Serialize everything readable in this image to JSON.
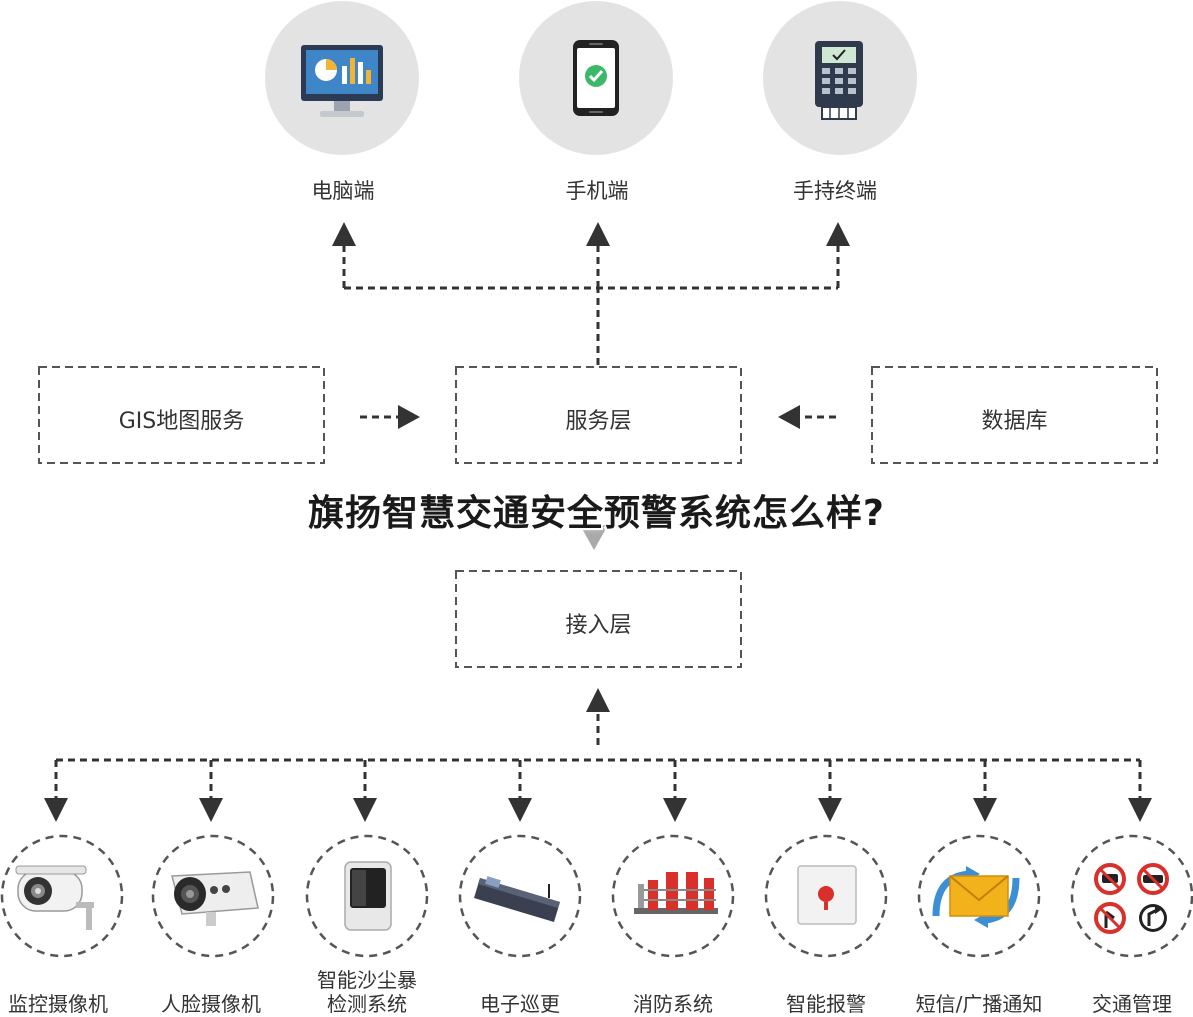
{
  "clients": [
    {
      "label": "电脑端",
      "icon": "monitor-chart-icon"
    },
    {
      "label": "手机端",
      "icon": "smartphone-check-icon"
    },
    {
      "label": "手持终端",
      "icon": "handheld-terminal-icon"
    }
  ],
  "layers": {
    "gis": "GIS地图服务",
    "service": "服务层",
    "database": "数据库",
    "access": "接入层"
  },
  "headline": "旗扬智慧交通安全预警系统怎么样?",
  "devices": [
    {
      "label": "监控摄像机",
      "icon": "bullet-camera-icon"
    },
    {
      "label": "人脸摄像机",
      "icon": "face-camera-icon"
    },
    {
      "label": "智能沙尘暴\n检测系统",
      "icon": "dust-storm-detector-icon"
    },
    {
      "label": "电子巡更",
      "icon": "patrol-wand-icon"
    },
    {
      "label": "消防系统",
      "icon": "fire-pump-icon"
    },
    {
      "label": "智能报警",
      "icon": "alarm-button-icon"
    },
    {
      "label": "短信/广播通知",
      "icon": "message-envelope-icon"
    },
    {
      "label": "交通管理",
      "icon": "traffic-signs-icon"
    }
  ],
  "colors": {
    "line": "#333333",
    "box_border": "#555555",
    "client_circle": "#e3e3e3",
    "alarm_red": "#d9302c",
    "envelope_yellow": "#f2b21c"
  }
}
